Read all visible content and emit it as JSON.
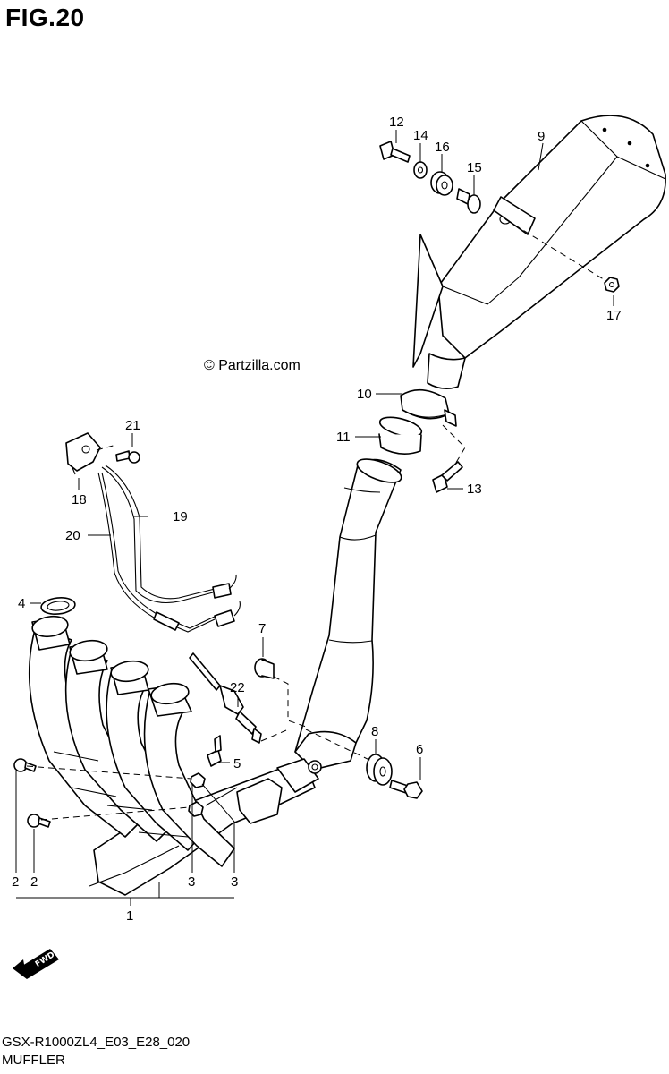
{
  "figure": {
    "title": "FIG.20",
    "watermark": "© Partzilla.com",
    "model_code": "GSX-R1000ZL4_E03_E28_020",
    "section_name": "MUFFLER",
    "fwd_badge": "FWD"
  },
  "callouts": {
    "c1": "1",
    "c2a": "2",
    "c2b": "2",
    "c3a": "3",
    "c3b": "3",
    "c4": "4",
    "c5": "5",
    "c6": "6",
    "c7": "7",
    "c8": "8",
    "c9": "9",
    "c10": "10",
    "c11": "11",
    "c12": "12",
    "c13": "13",
    "c14": "14",
    "c15": "15",
    "c16": "16",
    "c17": "17",
    "c18": "18",
    "c19": "19",
    "c20": "20",
    "c21": "21",
    "c22": "22"
  }
}
